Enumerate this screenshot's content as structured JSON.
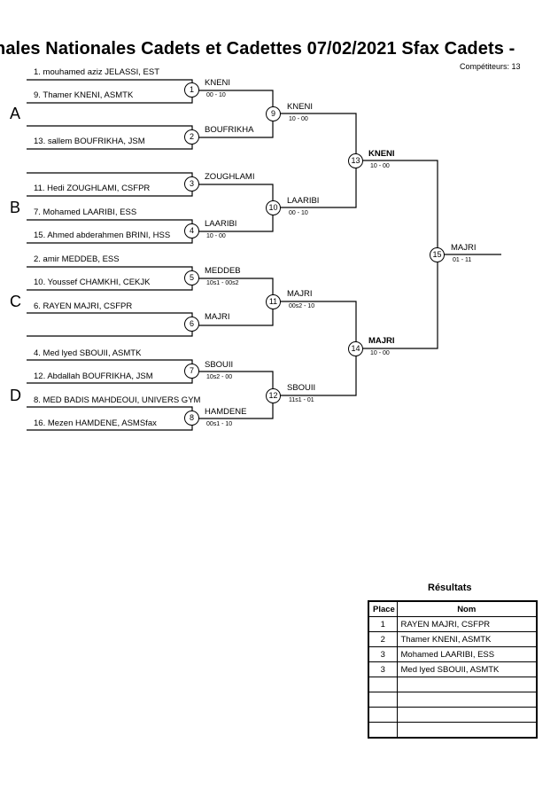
{
  "title": "nales Nationales Cadets et Cadettes  07/02/2021  Sfax   Cadets -",
  "competitors": "Compétiteurs: 13",
  "pools": [
    "A",
    "B",
    "C",
    "D"
  ],
  "players": [
    "1. mouhamed aziz JELASSI, EST",
    "9. Thamer KNENI, ASMTK",
    "13. sallem BOUFRIKHA, JSM",
    "11. Hedi ZOUGHLAMI, CSFPR",
    "7. Mohamed LAARIBI, ESS",
    "15. Ahmed abderahmen BRINI, HSS",
    "2. amir MEDDEB, ESS",
    "10. Youssef CHAMKHI, CEKJK",
    "6. RAYEN MAJRI, CSFPR",
    "4. Med lyed SBOUII, ASMTK",
    "12. Abdallah BOUFRIKHA, JSM",
    "8. MED BADIS MAHDEOUI, UNIVERS GYM",
    "16. Mezen HAMDENE, ASMSfax"
  ],
  "matches": [
    {
      "num": "1",
      "winner": "KNENI",
      "score": "00 - 10"
    },
    {
      "num": "2",
      "winner": "BOUFRIKHA",
      "score": ""
    },
    {
      "num": "3",
      "winner": "ZOUGHLAMI",
      "score": ""
    },
    {
      "num": "4",
      "winner": "LAARIBI",
      "score": "10 - 00"
    },
    {
      "num": "5",
      "winner": "MEDDEB",
      "score": "10s1 - 00s2"
    },
    {
      "num": "6",
      "winner": "MAJRI",
      "score": ""
    },
    {
      "num": "7",
      "winner": "SBOUII",
      "score": "10s2 - 00"
    },
    {
      "num": "8",
      "winner": "HAMDENE",
      "score": "00s1 - 10"
    },
    {
      "num": "9",
      "winner": "KNENI",
      "score": "10 - 00"
    },
    {
      "num": "10",
      "winner": "LAARIBI",
      "score": "00 - 10"
    },
    {
      "num": "11",
      "winner": "MAJRI",
      "score": "00s2 - 10"
    },
    {
      "num": "12",
      "winner": "SBOUII",
      "score": "11s1 - 01"
    },
    {
      "num": "13",
      "winner": "KNENI",
      "score": "10 - 00"
    },
    {
      "num": "14",
      "winner": "MAJRI",
      "score": "10 - 00"
    },
    {
      "num": "15",
      "winner": "MAJRI",
      "score": "01 - 11"
    }
  ],
  "results": {
    "title": "Résultats",
    "headers": [
      "Place",
      "Nom"
    ],
    "rows": [
      {
        "place": "1",
        "name": "RAYEN MAJRI, CSFPR"
      },
      {
        "place": "2",
        "name": "Thamer KNENI, ASMTK"
      },
      {
        "place": "3",
        "name": "Mohamed LAARIBI, ESS"
      },
      {
        "place": "3",
        "name": "Med lyed SBOUII, ASMTK"
      },
      {
        "place": "",
        "name": ""
      },
      {
        "place": "",
        "name": ""
      },
      {
        "place": "",
        "name": ""
      },
      {
        "place": "",
        "name": ""
      }
    ]
  }
}
